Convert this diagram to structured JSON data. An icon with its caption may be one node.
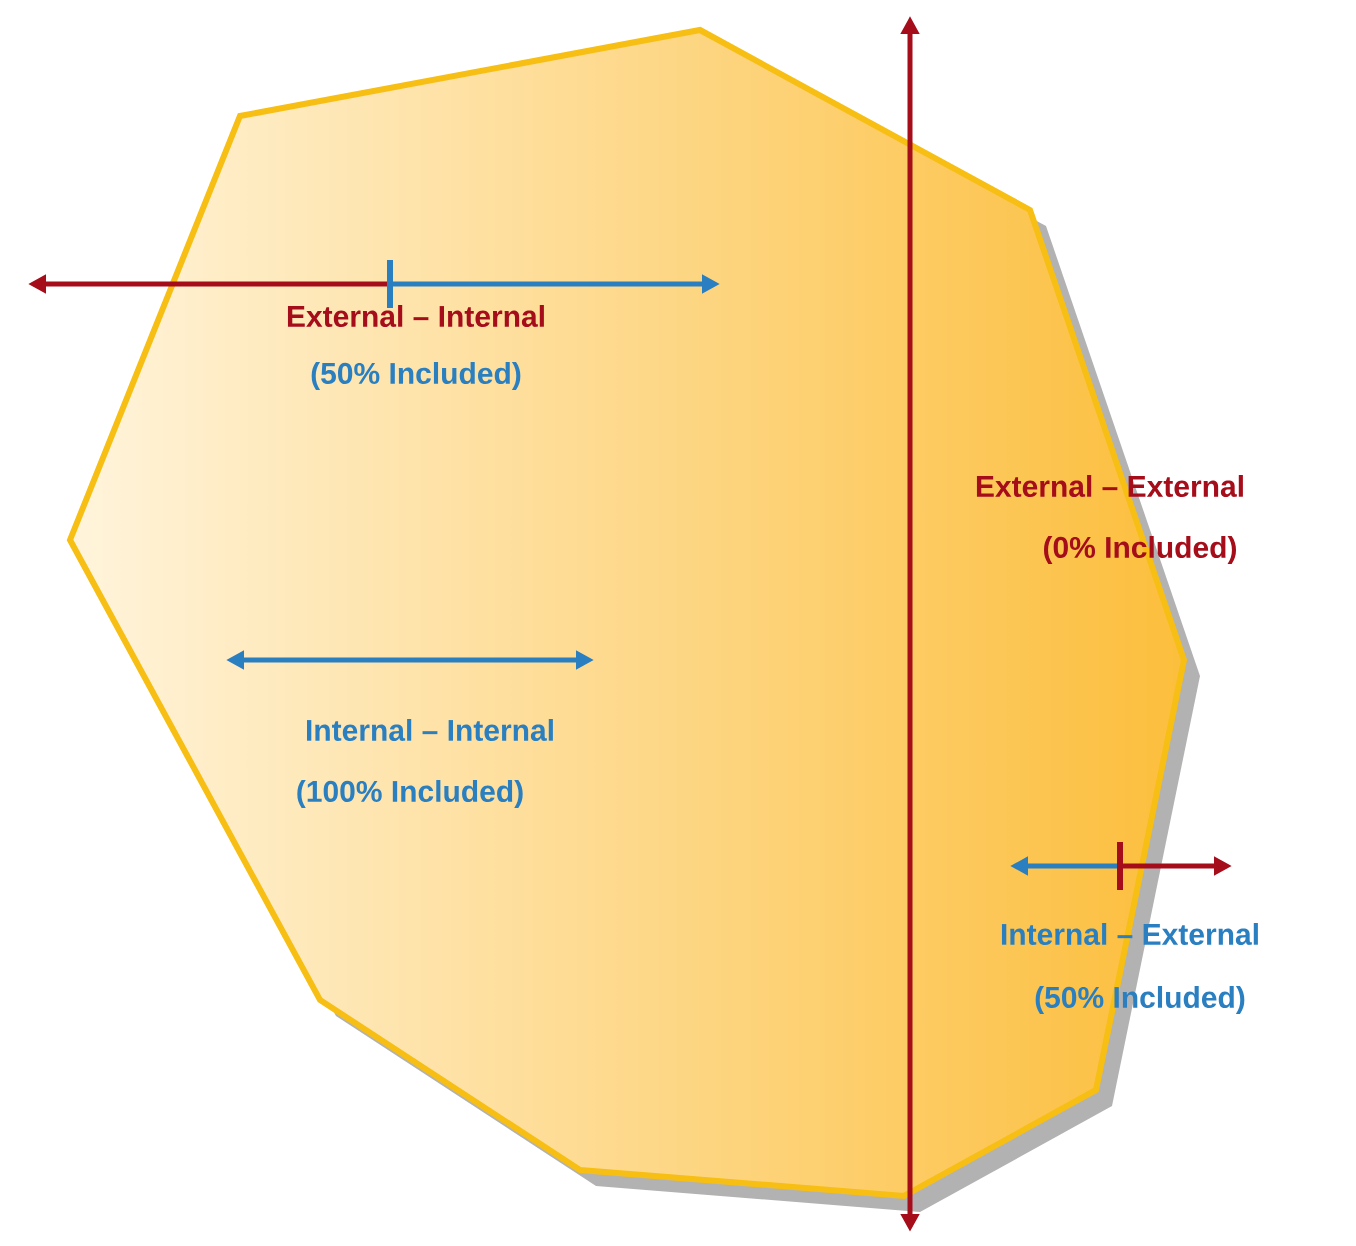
{
  "diagram": {
    "nodes": [
      {
        "text": [],
        "shape": "polygon"
      }
    ],
    "labels": [
      "External – Internal",
      "(50% Included)",
      "External – External",
      "(0% Included)",
      "Internal – Internal",
      "(100% Included)",
      "Internal – External",
      "(50% Included)"
    ]
  }
}
